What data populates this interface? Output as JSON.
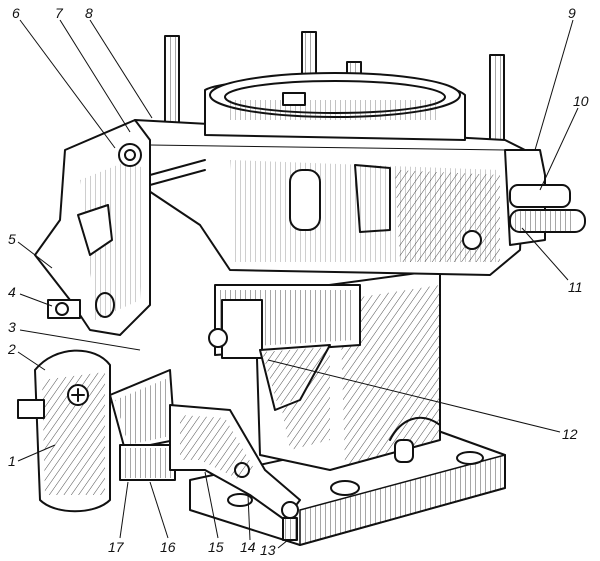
{
  "figure": {
    "callouts": [
      {
        "id": "c1",
        "label": "1"
      },
      {
        "id": "c2",
        "label": "2"
      },
      {
        "id": "c3",
        "label": "3"
      },
      {
        "id": "c4",
        "label": "4"
      },
      {
        "id": "c5",
        "label": "5"
      },
      {
        "id": "c6",
        "label": "6"
      },
      {
        "id": "c7",
        "label": "7"
      },
      {
        "id": "c8",
        "label": "8"
      },
      {
        "id": "c9",
        "label": "9"
      },
      {
        "id": "c10",
        "label": "10"
      },
      {
        "id": "c11",
        "label": "11"
      },
      {
        "id": "c12",
        "label": "12"
      },
      {
        "id": "c13",
        "label": "13"
      },
      {
        "id": "c14",
        "label": "14"
      },
      {
        "id": "c15",
        "label": "15"
      },
      {
        "id": "c16",
        "label": "16"
      },
      {
        "id": "c17",
        "label": "17"
      }
    ]
  }
}
